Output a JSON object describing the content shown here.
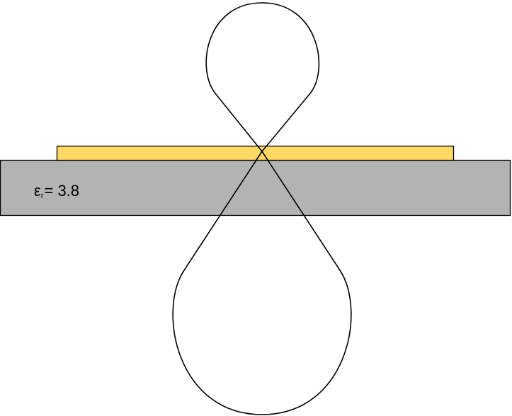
{
  "substrate": {
    "permittivity_symbol": "ε",
    "permittivity_subscript": "r",
    "permittivity_value": "= 3.8",
    "color": "#b3b3b3"
  },
  "patch": {
    "color": "#ffd966"
  },
  "pattern": {
    "stroke_color": "#000000"
  }
}
